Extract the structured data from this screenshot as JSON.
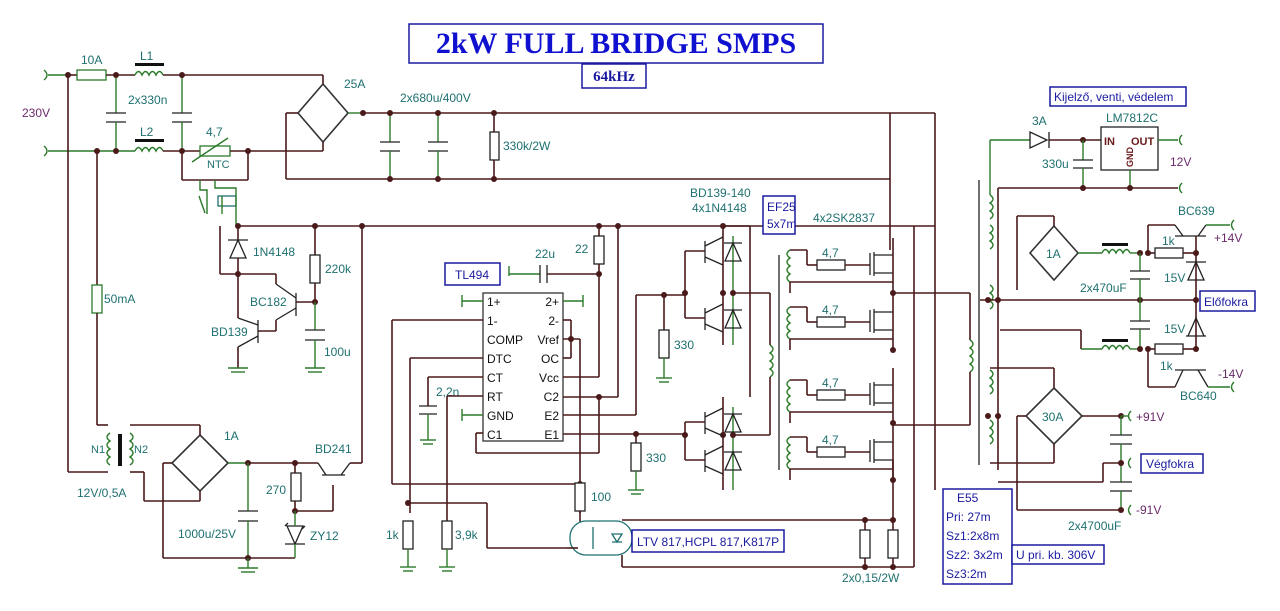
{
  "title": "2kW FULL BRIDGE SMPS",
  "frequency": "64kHz",
  "input": {
    "mains_voltage": "230V",
    "fuse": "10A",
    "choke1": "L1",
    "choke2": "L2",
    "x_caps": "2x330n",
    "ntc_value": "4,7",
    "ntc_label": "NTC",
    "bridge_rating": "25A",
    "bulk_caps": "2x680u/400V",
    "bleeder": "330k/2W"
  },
  "softstart": {
    "diode": "1N4148",
    "resistor": "220k",
    "transistor1": "BC182",
    "transistor2": "BD139",
    "capacitor": "100u"
  },
  "aux_supply": {
    "fuse": "50mA",
    "winding1": "N1",
    "winding2": "N2",
    "transformer": "12V/0,5A",
    "bridge_rating": "1A",
    "filter_cap": "1000u/25V",
    "resistor": "270",
    "zener": "ZY12",
    "regulator_transistor": "BD241"
  },
  "controller": {
    "ic_label": "TL494",
    "timing_cap": "2,2n",
    "cap_22u": "22u",
    "res_22": "22",
    "res_1k": "1k",
    "res_3k9": "3,9k",
    "res_100": "100",
    "pins_left": [
      "1+",
      "1-",
      "COMP",
      "DTC",
      "CT",
      "RT",
      "GND",
      "C1"
    ],
    "pins_right": [
      "2+",
      "2-",
      "Vref",
      "OC",
      "Vcc",
      "C2",
      "E2",
      "E1"
    ]
  },
  "driver": {
    "transistors": "BD139-140",
    "diodes": "4x1N4148",
    "res_330_a": "330",
    "res_330_b": "330",
    "gate_transformer_core": "EF25",
    "gate_transformer_wire": "5x7m",
    "mosfets": "4x2SK2837",
    "gate_resistors": [
      "4,7",
      "4,7",
      "4,7",
      "4,7"
    ]
  },
  "feedback": {
    "optocoupler": "LTV 817,HCPL 817,K817P",
    "shunts": "2x0,15/2W"
  },
  "output": {
    "aux_label": "Kijelző, venti, védelem",
    "aux_diode": "3A",
    "regulator": "LM7812C",
    "reg_in": "IN",
    "reg_out": "OUT",
    "reg_gnd": "GND",
    "aux_cap": "330u",
    "aux_voltage": "12V",
    "pre_bridge": "1A",
    "pre_caps": "2x470uF",
    "pre_res_top": "1k",
    "pre_res_bot": "1k",
    "zener_top": "15V",
    "zener_bot": "15V",
    "pos_transistor": "BC639",
    "neg_transistor": "BC640",
    "pos_voltage": "+14V",
    "neg_voltage": "-14V",
    "pre_label": "Előfokra",
    "main_bridge": "30A",
    "main_pos": "+91V",
    "main_neg": "-91V",
    "main_caps": "2x4700uF",
    "main_label": "Végfokra"
  },
  "transformer_spec": {
    "core": "E55",
    "lines": [
      "Pri:  27m",
      "Sz1:2x8m",
      "Sz2: 3x2m",
      "Sz3:2m"
    ],
    "note": "U pri. kb. 306V"
  }
}
